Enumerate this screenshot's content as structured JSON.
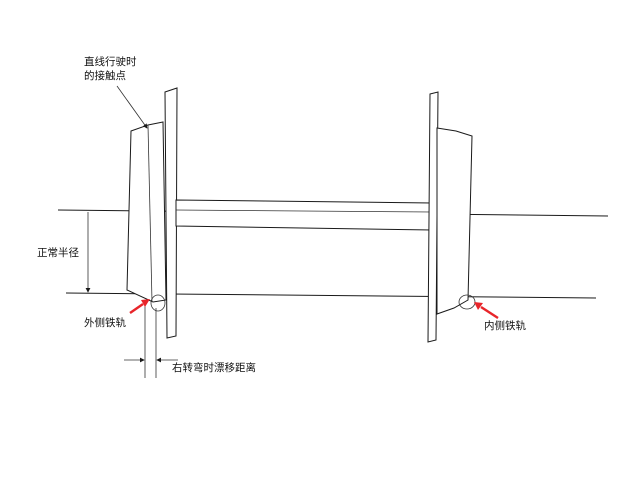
{
  "labels": {
    "contact_line1": "直线行驶时",
    "contact_line2": "的接触点",
    "normal_radius": "正常半径",
    "outer_rail": "外侧铁轨",
    "inner_rail": "内侧铁轨",
    "drift": "右转弯时漂移距离"
  },
  "colors": {
    "stroke": "#1a1a1a",
    "accent_arrow": "#e8252a"
  }
}
